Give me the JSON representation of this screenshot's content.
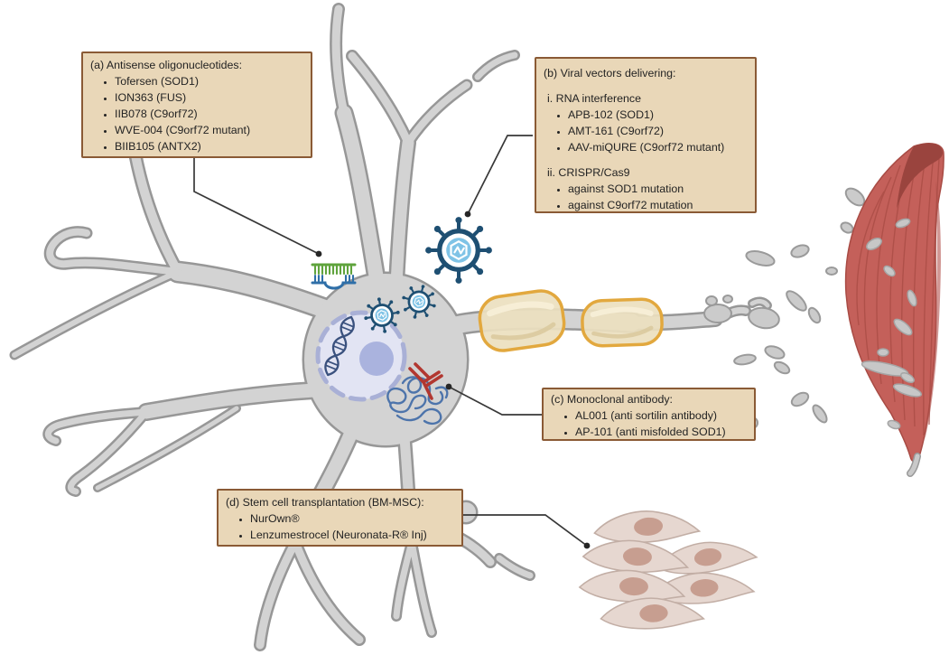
{
  "figure": {
    "boxes": {
      "a": {
        "title": "(a)  Antisense oligonucleotides:",
        "items": [
          "Tofersen (SOD1)",
          "ION363 (FUS)",
          "IIB078 (C9orf72)",
          "WVE-004 (C9orf72 mutant)",
          "BIIB105 (ANTX2)"
        ]
      },
      "b": {
        "title": "(b) Viral vectors delivering:",
        "sections": [
          {
            "heading": "i.  RNA interference",
            "items": [
              "APB-102 (SOD1)",
              "AMT-161 (C9orf72)",
              "AAV-miQURE (C9orf72 mutant)"
            ]
          },
          {
            "heading": "ii. CRISPR/Cas9",
            "items": [
              "against SOD1 mutation",
              "against C9orf72 mutation"
            ]
          }
        ]
      },
      "c": {
        "title": "(c) Monoclonal antibody:",
        "items": [
          "AL001 (anti sortilin antibody)",
          "AP-101 (anti misfolded SOD1)"
        ]
      },
      "d": {
        "title": "(d) Stem cell transplantation (BM-MSC):",
        "items": [
          "NurOwn®",
          "Lenzumestrocel (Neuronata-R® Inj)"
        ]
      }
    },
    "illustration": {
      "neuron": "motor-neuron-with-dendrites-and-axon",
      "nucleus": "nucleus-with-dna-helix",
      "oligonucleotide": "antisense-oligonucleotide-duplex",
      "viral_vectors": "virus-particles",
      "antibody": "y-shaped-monoclonal-antibody",
      "aggregates": "misfolded-protein-tangles",
      "myelin": "myelin-sheath-segments",
      "muscle": "skeletal-muscle-fiber",
      "stem_cells": "mesenchymal-stem-cells",
      "fragments": "degenerating-axon-terminal-fragments"
    },
    "colors": {
      "box_fill": "#e9d7b8",
      "box_border": "#8a5a35",
      "neuron_fill": "#d3d3d3",
      "neuron_outline": "#979797",
      "nucleus_fill": "#e2e4f3",
      "nucleus_border": "#a9b0d6",
      "nucleolus": "#aab3de",
      "virus_dark": "#1e4f72",
      "virus_light": "#7fc3e6",
      "oligo_green": "#5fa33c",
      "oligo_blue": "#2f6fa8",
      "antibody_red": "#b23730",
      "tangle_blue": "#4d74ab",
      "myelin_border": "#e2a83e",
      "myelin_fill": "#ece0bf",
      "muscle_red": "#c4605a",
      "muscle_striation": "#a84b44",
      "stem_cell_fill": "#e6d7d0",
      "stem_cell_nucleus": "#c79e90",
      "leader_line": "#383838"
    }
  }
}
